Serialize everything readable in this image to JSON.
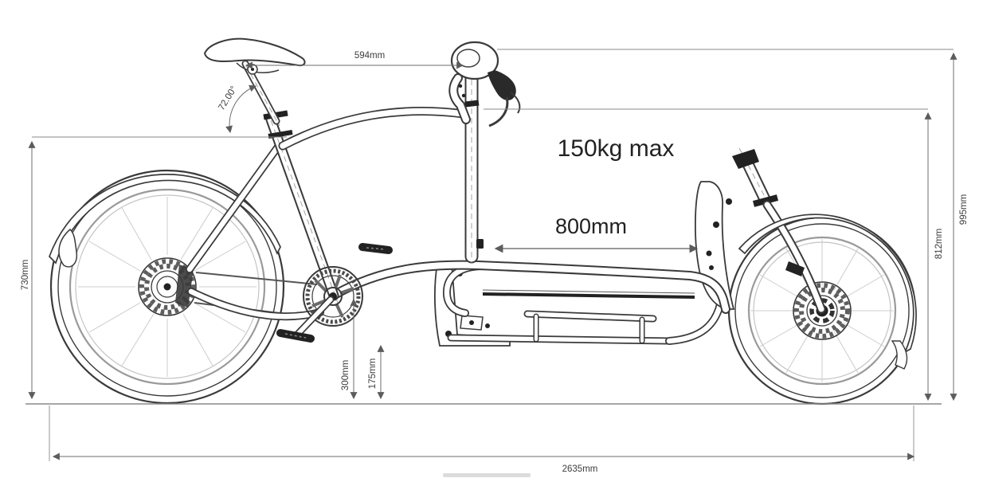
{
  "diagram": {
    "annotations": {
      "payload_max": "150kg max",
      "cargo_length": "800mm",
      "saddle_to_stem_distance": "594mm",
      "seat_tube_angle": "72.00°",
      "frame_rear_height": "730mm",
      "bottom_bracket_height": "300mm",
      "deck_height": "175mm",
      "stem_height": "812mm",
      "handlebar_height": "995mm",
      "overall_length": "2635mm"
    },
    "colors": {
      "line_art": "#3a3a3a",
      "dimension_lines": "#6e6e6e",
      "label_text": "#3c3c3c",
      "background": "#ffffff"
    }
  }
}
